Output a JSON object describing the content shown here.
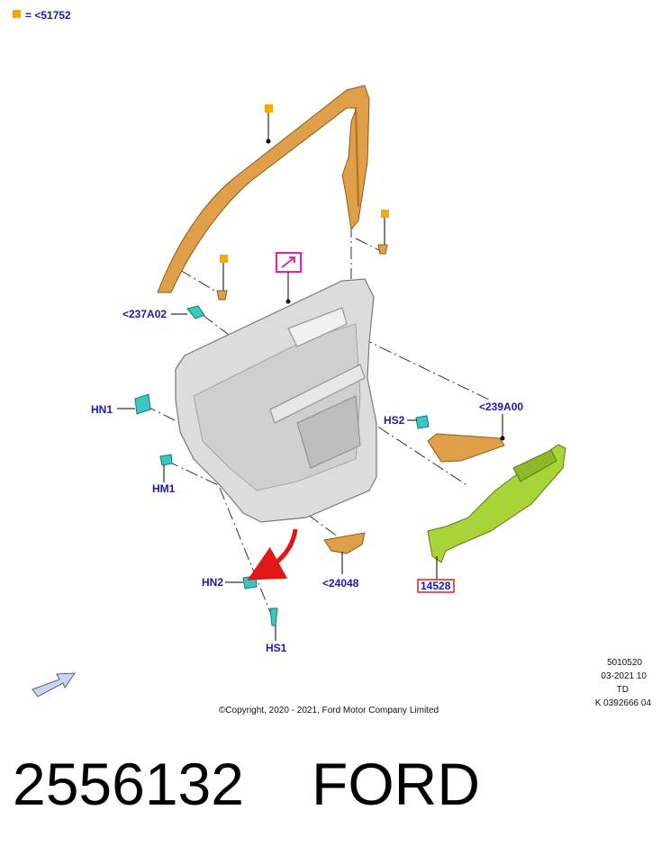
{
  "legend": {
    "text": "= <51752",
    "swatch_color": "#f5a800"
  },
  "callouts": {
    "c237A02": "<237A02",
    "cHN1": "HN1",
    "cHM1": "HM1",
    "cHN2": "HN2",
    "cHS1": "HS1",
    "cHS2": "HS2",
    "c239A00": "<239A00",
    "c24048": "<24048",
    "c14528": "14528"
  },
  "reference_codes": [
    "5010520",
    "03-2021 10",
    "TD",
    "K 0392666 04"
  ],
  "copyright": "©Copyright, 2020 - 2021, Ford Motor Company Limited",
  "part_number": "2556132",
  "brand": "FORD",
  "colors": {
    "callout_text": "#1a1aa6",
    "orange_parts": "#e0a04a",
    "green_panel": "#a8d43a",
    "teal_clips": "#3cc8c0",
    "grey_panel": "#d9d9d9",
    "magenta_box": "#e020c0",
    "red_box": "#e02020",
    "red_arrow": "#e01818"
  }
}
